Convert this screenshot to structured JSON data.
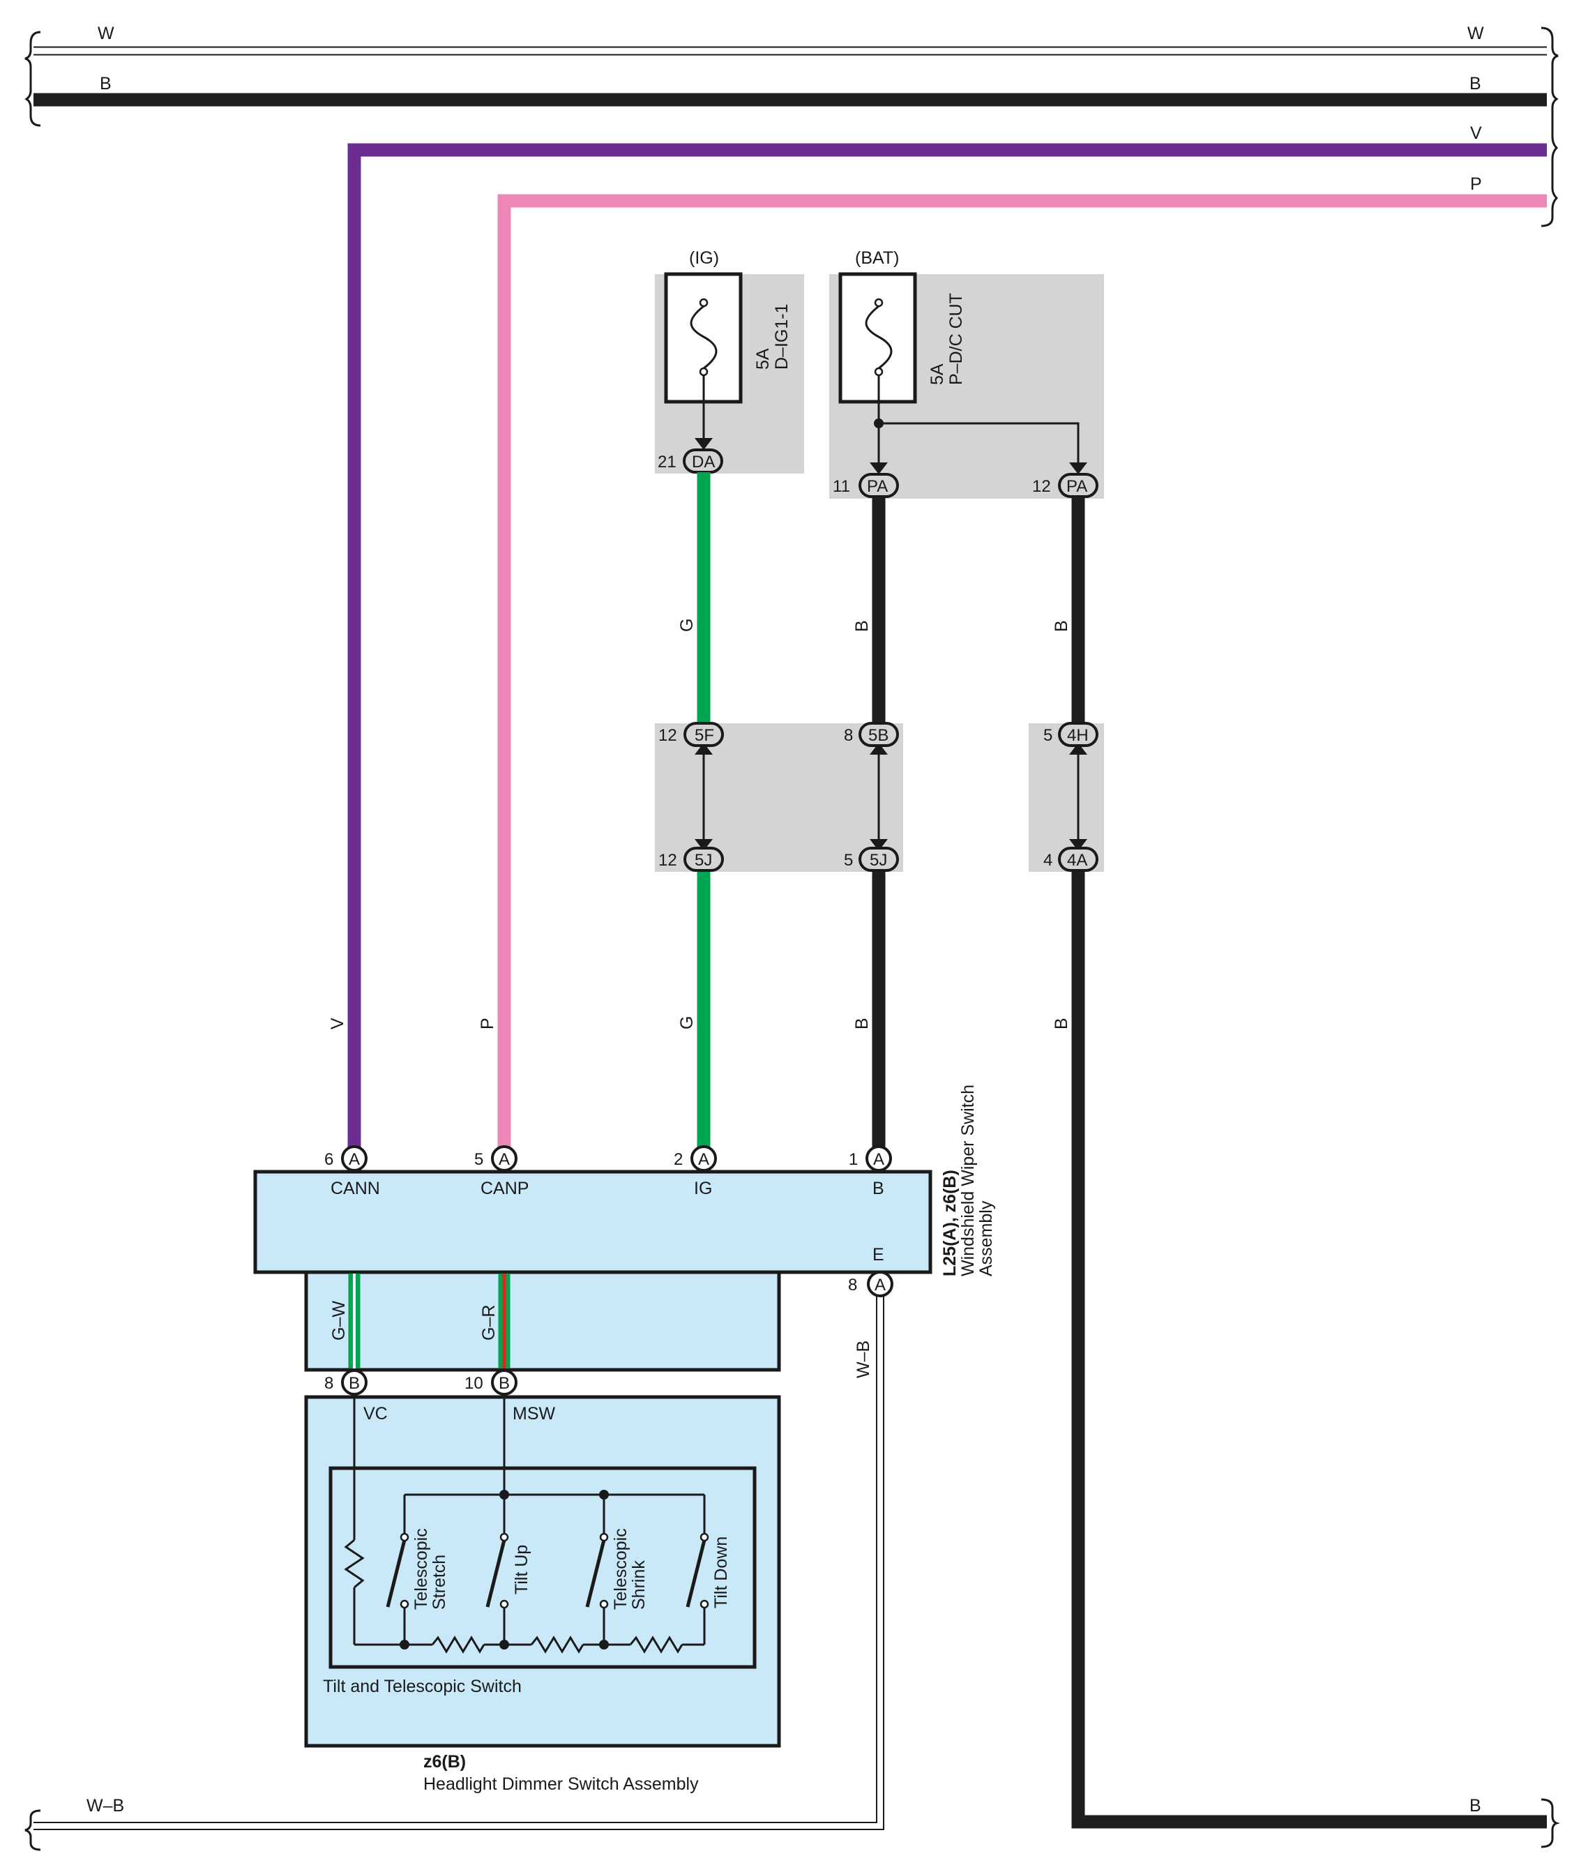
{
  "colors": {
    "wire_W": "#ffffff",
    "wire_B": "#1e1e1e",
    "wire_V": "#6b2d91",
    "wire_P": "#ec87b8",
    "wire_G": "#00a551",
    "wire_R": "#e0261c",
    "component_fill": "#c9e8f8",
    "connector_fill": "#d4d4d6"
  },
  "buses": {
    "top_w_left": "W",
    "top_w_right": "W",
    "top_b_left": "B",
    "top_b_right": "B",
    "v_right": "V",
    "p_right": "P",
    "bottom_wb_left": "W–B",
    "bottom_b_right": "B"
  },
  "fuses": {
    "ig": {
      "header": "(IG)",
      "rating": "5A",
      "name": "D–IG1-1",
      "pin": "21",
      "connector": "DA"
    },
    "bat": {
      "header": "(BAT)",
      "rating": "5A",
      "name": "P–D/C CUT",
      "pin1": "11",
      "pin2": "12",
      "connector": "PA"
    }
  },
  "junctions": {
    "g_top": {
      "pin": "12",
      "id": "5F"
    },
    "g_bot": {
      "pin": "12",
      "id": "5J"
    },
    "b_top": {
      "pin": "8",
      "id": "5B"
    },
    "b_bot": {
      "pin": "5",
      "id": "5J"
    },
    "b2_top": {
      "pin": "5",
      "id": "4H"
    },
    "b2_bot": {
      "pin": "4",
      "id": "4A"
    }
  },
  "wire_labels": {
    "v": "V",
    "p": "P",
    "g": "G",
    "b": "B",
    "gw": "G–W",
    "gr": "G–R",
    "wb": "W–B"
  },
  "wiper_switch": {
    "title": "L25(A), z6(B)",
    "name_line1": "Windshield Wiper Switch",
    "name_line2": "Assembly",
    "pins": [
      {
        "num": "6",
        "conn": "A",
        "label": "CANN"
      },
      {
        "num": "5",
        "conn": "A",
        "label": "CANP"
      },
      {
        "num": "2",
        "conn": "A",
        "label": "IG"
      },
      {
        "num": "1",
        "conn": "A",
        "label": "B"
      }
    ],
    "ground": {
      "num": "8",
      "conn": "A",
      "label": "E"
    }
  },
  "dimmer_switch": {
    "title": "z6(B)",
    "name": "Headlight Dimmer Switch Assembly",
    "pins": [
      {
        "num": "8",
        "conn": "B",
        "label": "VC"
      },
      {
        "num": "10",
        "conn": "B",
        "label": "MSW"
      }
    ],
    "inner_title": "Tilt and Telescopic Switch",
    "switches": [
      {
        "line1": "Telescopic",
        "line2": "Stretch"
      },
      {
        "line1": "Tilt Up",
        "line2": ""
      },
      {
        "line1": "Telescopic",
        "line2": "Shrink"
      },
      {
        "line1": "Tilt Down",
        "line2": ""
      }
    ]
  }
}
